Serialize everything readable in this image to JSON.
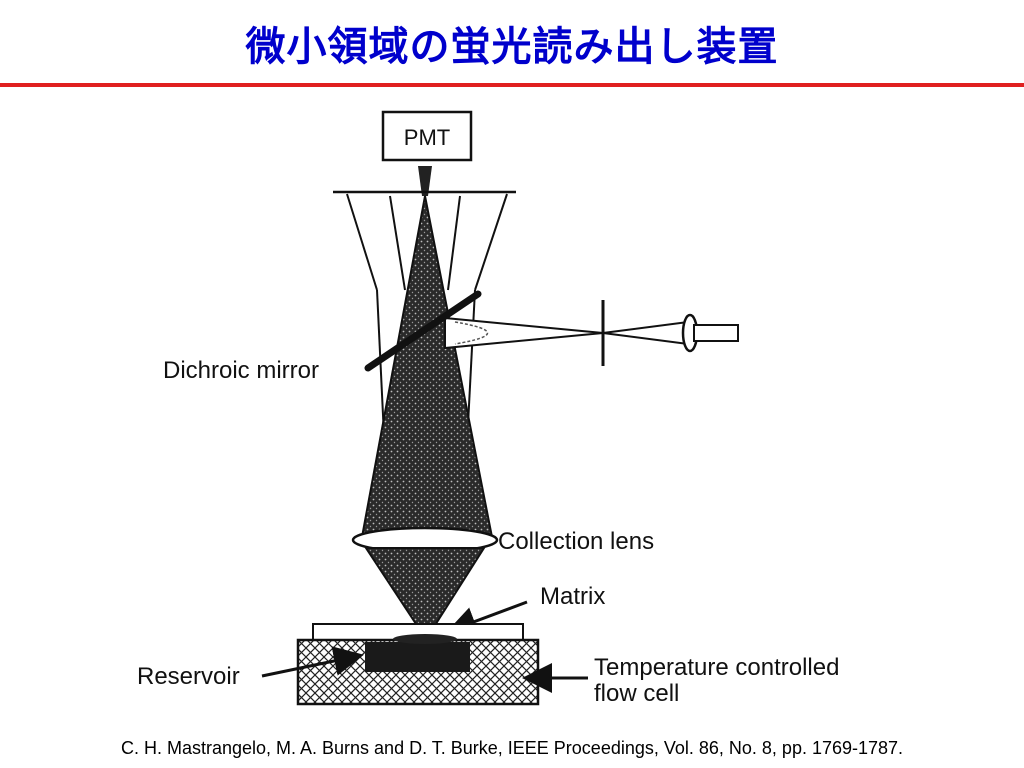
{
  "title": "微小領域の蛍光読み出し装置",
  "colors": {
    "title": "#0000cc",
    "rule": "#e02020",
    "ink": "#111111"
  },
  "diagram": {
    "pmt": "PMT",
    "labels": {
      "dichroic_mirror": "Dichroic mirror",
      "collection_lens": "Collection lens",
      "matrix": "Matrix",
      "reservoir": "Reservoir",
      "flow_cell_line1": "Temperature controlled",
      "flow_cell_line2": "flow cell"
    }
  },
  "citation": "C. H. Mastrangelo, M. A. Burns and D. T. Burke, IEEE Proceedings, Vol. 86, No. 8, pp. 1769-1787."
}
